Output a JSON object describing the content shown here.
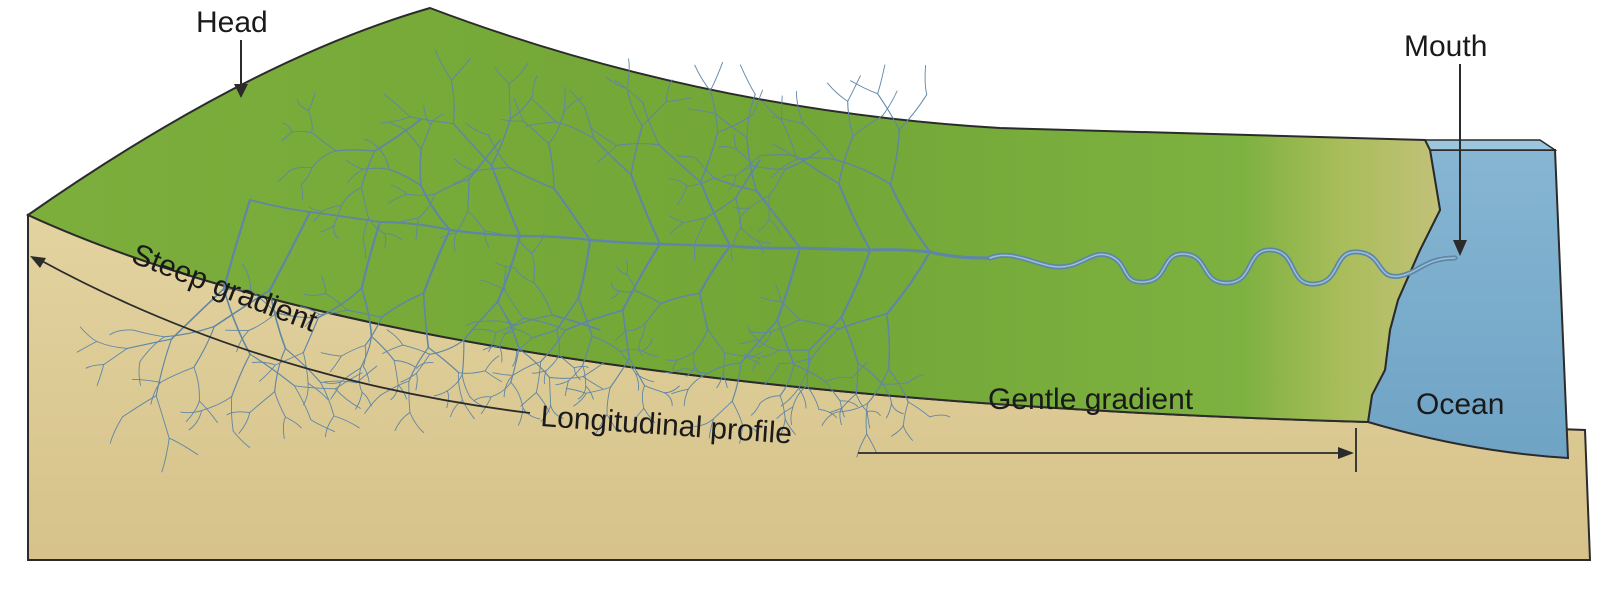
{
  "labels": {
    "head": "Head",
    "mouth": "Mouth",
    "steep_gradient": "Steep gradient",
    "gentle_gradient": "Gentle gradient",
    "longitudinal_profile": "Longitudinal profile",
    "ocean": "Ocean"
  },
  "colors": {
    "land_surface": "#79a93a",
    "land_surface_light": "#8bbb48",
    "sediment": "#dccb95",
    "sediment_dark": "#cdb97f",
    "ocean": "#7fb0cf",
    "river": "#5f86a6",
    "outline": "#2b2b2b"
  }
}
